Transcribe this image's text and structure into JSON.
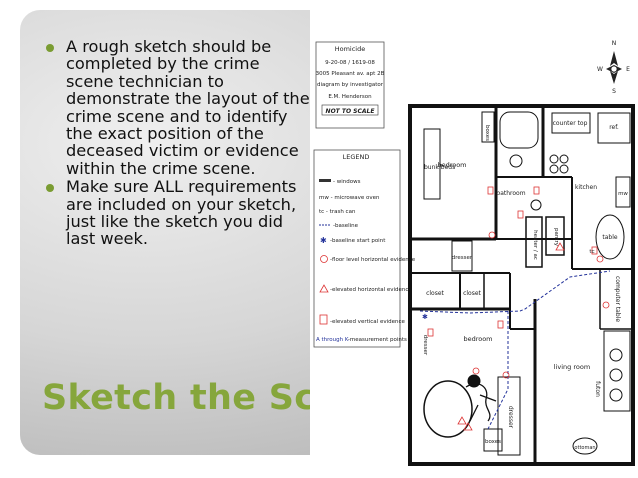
{
  "bullets": [
    "A rough sketch should be completed by the crime scene technician to demonstrate the layout of the crime scene and to identify the exact position of the deceased victim or evidence within the crime scene.",
    "Make sure ALL requirements are included on your sketch, just like the sketch you did last week."
  ],
  "title": "Sketch the Scene",
  "colors": {
    "accent": "#86a63c",
    "bullet": "#7a9c32"
  },
  "sketch": {
    "header": {
      "lines": [
        "Homicide",
        "9-20-08 / 1619-08",
        "3005 Pleasant av. apt 2B",
        "diagram by investigator",
        "E.M. Henderson"
      ],
      "note": "NOT TO SCALE"
    },
    "legend": {
      "title": "LEGEND",
      "items": [
        "- windows",
        "mw - microwave oven",
        "tc - trash can",
        "-baseline",
        "-baseline start point",
        "-floor level horizontal evidence",
        "-elevated horizontal evidence",
        "-elevated vertical evidence"
      ],
      "measure_prefix": "A through K",
      "measure_suffix": "-measurement points"
    },
    "compass": [
      "N",
      "S",
      "E",
      "W"
    ],
    "rooms": {
      "bedroom_top": "bedroom",
      "bunk": "bunk beds",
      "bathroom": "bathroom",
      "counter_top": "counter top",
      "ref": "ref.",
      "kitchen": "kitchen",
      "mw": "mw",
      "table": "table",
      "boxes_top": "boxes",
      "dresser_left": "dresser",
      "heater": "heater / ac",
      "pantry": "pantry",
      "tc": "tc",
      "computer_table": "computer table",
      "closet1": "closet",
      "closet2": "closet",
      "bedroom_bottom": "bedroom",
      "dresser_bottom": "dresser",
      "boxes_bottom": "boxes",
      "living_room": "living room",
      "futon": "futon",
      "ottoman": "ottoman",
      "dresser_middle": "dresser"
    }
  }
}
